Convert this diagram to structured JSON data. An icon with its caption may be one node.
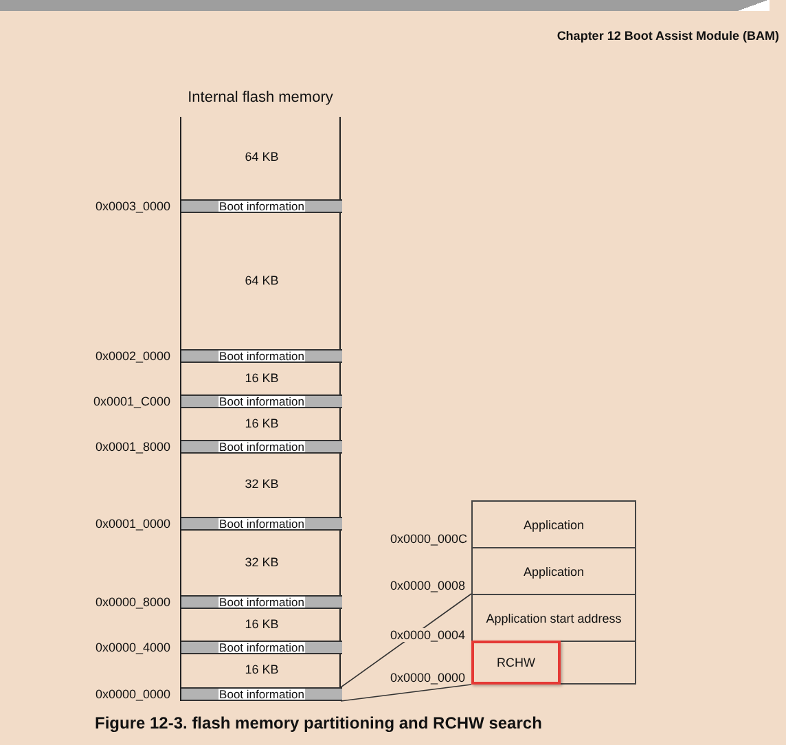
{
  "diagram": {
    "caption": "Figure 12-3. flash memory partitioning and RCHW search",
    "nodes": [
      {
        "text": [
          "Internal flash memory"
        ]
      },
      {
        "text": [
          "64 KB"
        ],
        "in": 0
      },
      {
        "text": [
          "Boot information"
        ],
        "in": 0,
        "beside": [
          "0x0003_0000"
        ]
      },
      {
        "text": [
          "64 KB"
        ],
        "in": 0
      },
      {
        "text": [
          "Boot information"
        ],
        "in": 0,
        "beside": [
          "0x0002_0000"
        ]
      },
      {
        "text": [
          "16 KB"
        ],
        "in": 0
      },
      {
        "text": [
          "Boot information"
        ],
        "in": 0,
        "beside": [
          "0x0001_C000"
        ]
      },
      {
        "text": [
          "16 KB"
        ],
        "in": 0
      },
      {
        "text": [
          "Boot information"
        ],
        "in": 0,
        "beside": [
          "0x0001_8000"
        ]
      },
      {
        "text": [
          "32 KB"
        ],
        "in": 0
      },
      {
        "text": [
          "Boot information"
        ],
        "in": 0,
        "beside": [
          "0x0001_0000"
        ]
      },
      {
        "text": [
          "32 KB"
        ],
        "in": 0
      },
      {
        "text": [
          "Boot information"
        ],
        "in": 0,
        "beside": [
          "0x0000_8000"
        ]
      },
      {
        "text": [
          "16 KB"
        ],
        "in": 0
      },
      {
        "text": [
          "Boot information"
        ],
        "in": 0,
        "beside": [
          "0x0000_4000"
        ]
      },
      {
        "text": [
          "16 KB"
        ],
        "in": 0
      },
      {
        "text": [
          "Boot information"
        ],
        "in": 0,
        "beside": [
          "0x0000_0000"
        ]
      },
      {
        "text": [
          "Application"
        ]
      },
      {
        "text": [
          "Application"
        ]
      },
      {
        "text": [
          "Application start address"
        ]
      },
      {
        "text": [],
        "shape": "box"
      },
      {
        "text": [
          "RCHW"
        ],
        "in": 20
      }
    ],
    "edges": [
      {
        "from": 16,
        "to": 19,
        "arrow": "none"
      },
      {
        "from": 16,
        "to": 20,
        "arrow": "none"
      }
    ],
    "labels": [
      "Chapter 12 Boot Assist Module (BAM)",
      "0x0000_000C",
      "0x0000_0008",
      "0x0000_0004",
      "0x0000_0000"
    ]
  }
}
